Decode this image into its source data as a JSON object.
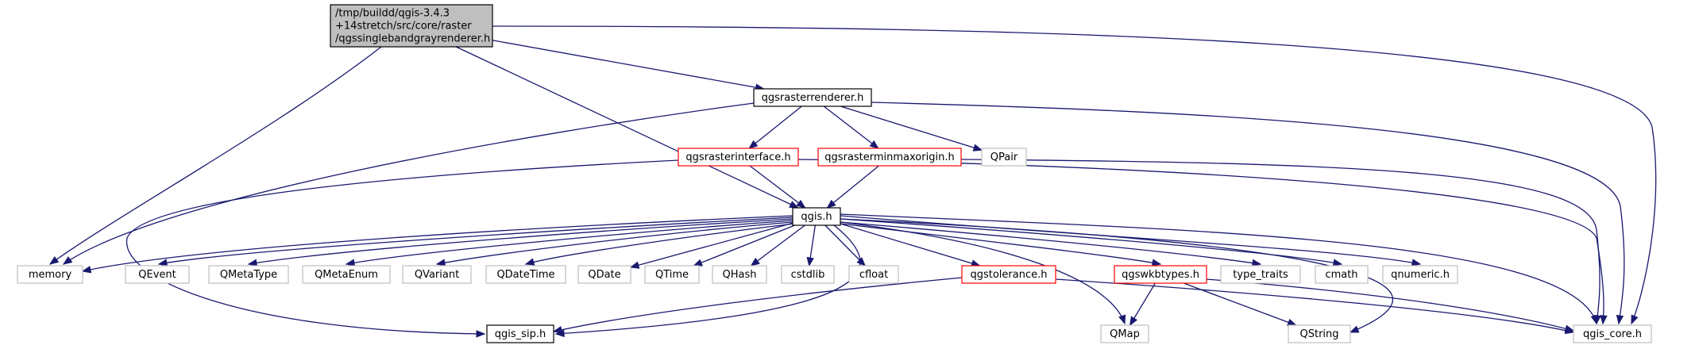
{
  "diagram": {
    "nodes": [
      {
        "id": "root",
        "lines": [
          "/tmp/buildd/qgis-3.4.3",
          "+14stretch/src/core/raster",
          "/qgssinglebandgrayrenderer.h"
        ],
        "style": "root"
      },
      {
        "id": "rasterrenderer",
        "lines": [
          "qgsrasterrenderer.h"
        ],
        "style": "documented"
      },
      {
        "id": "rasterinterface",
        "lines": [
          "qgsrasterinterface.h"
        ],
        "style": "truncated"
      },
      {
        "id": "minmaxorigin",
        "lines": [
          "qgsrasterminmaxorigin.h"
        ],
        "style": "truncated"
      },
      {
        "id": "qpair",
        "lines": [
          "QPair"
        ],
        "style": "external"
      },
      {
        "id": "qgis",
        "lines": [
          "qgis.h"
        ],
        "style": "documented"
      },
      {
        "id": "memory",
        "lines": [
          "memory"
        ],
        "style": "external"
      },
      {
        "id": "qevent",
        "lines": [
          "QEvent"
        ],
        "style": "external"
      },
      {
        "id": "qmetatype",
        "lines": [
          "QMetaType"
        ],
        "style": "external"
      },
      {
        "id": "qmetaenum",
        "lines": [
          "QMetaEnum"
        ],
        "style": "external"
      },
      {
        "id": "qvariant",
        "lines": [
          "QVariant"
        ],
        "style": "external"
      },
      {
        "id": "qdatetime",
        "lines": [
          "QDateTime"
        ],
        "style": "external"
      },
      {
        "id": "qdate",
        "lines": [
          "QDate"
        ],
        "style": "external"
      },
      {
        "id": "qtime",
        "lines": [
          "QTime"
        ],
        "style": "external"
      },
      {
        "id": "qhash",
        "lines": [
          "QHash"
        ],
        "style": "external"
      },
      {
        "id": "cstdlib",
        "lines": [
          "cstdlib"
        ],
        "style": "external"
      },
      {
        "id": "cfloat",
        "lines": [
          "cfloat"
        ],
        "style": "external"
      },
      {
        "id": "tolerance",
        "lines": [
          "qgstolerance.h"
        ],
        "style": "truncated"
      },
      {
        "id": "wkbtypes",
        "lines": [
          "qgswkbtypes.h"
        ],
        "style": "truncated"
      },
      {
        "id": "typetraits",
        "lines": [
          "type_traits"
        ],
        "style": "external"
      },
      {
        "id": "cmath",
        "lines": [
          "cmath"
        ],
        "style": "external"
      },
      {
        "id": "qnumeric",
        "lines": [
          "qnumeric.h"
        ],
        "style": "external"
      },
      {
        "id": "qgissip",
        "lines": [
          "qgis_sip.h"
        ],
        "style": "documented"
      },
      {
        "id": "qmap",
        "lines": [
          "QMap"
        ],
        "style": "external"
      },
      {
        "id": "qstring",
        "lines": [
          "QString"
        ],
        "style": "external"
      },
      {
        "id": "qgiscore",
        "lines": [
          "qgis_core.h"
        ],
        "style": "external"
      }
    ],
    "edges": [
      [
        "root",
        "rasterrenderer"
      ],
      [
        "root",
        "qgis"
      ],
      [
        "root",
        "memory"
      ],
      [
        "root",
        "qgiscore"
      ],
      [
        "rasterrenderer",
        "rasterinterface"
      ],
      [
        "rasterrenderer",
        "minmaxorigin"
      ],
      [
        "rasterrenderer",
        "qpair"
      ],
      [
        "rasterrenderer",
        "memory"
      ],
      [
        "rasterrenderer",
        "qgiscore"
      ],
      [
        "rasterinterface",
        "qgis"
      ],
      [
        "rasterinterface",
        "qgissip"
      ],
      [
        "rasterinterface",
        "qgiscore"
      ],
      [
        "minmaxorigin",
        "qgis"
      ],
      [
        "minmaxorigin",
        "qgiscore"
      ],
      [
        "qgis",
        "memory"
      ],
      [
        "qgis",
        "qevent"
      ],
      [
        "qgis",
        "qmetatype"
      ],
      [
        "qgis",
        "qmetaenum"
      ],
      [
        "qgis",
        "qvariant"
      ],
      [
        "qgis",
        "qdatetime"
      ],
      [
        "qgis",
        "qdate"
      ],
      [
        "qgis",
        "qtime"
      ],
      [
        "qgis",
        "qhash"
      ],
      [
        "qgis",
        "cstdlib"
      ],
      [
        "qgis",
        "cfloat"
      ],
      [
        "qgis",
        "tolerance"
      ],
      [
        "qgis",
        "wkbtypes"
      ],
      [
        "qgis",
        "typetraits"
      ],
      [
        "qgis",
        "cmath"
      ],
      [
        "qgis",
        "qnumeric"
      ],
      [
        "qgis",
        "qgissip"
      ],
      [
        "qgis",
        "qmap"
      ],
      [
        "qgis",
        "qstring"
      ],
      [
        "qgis",
        "qgiscore"
      ],
      [
        "tolerance",
        "qgissip"
      ],
      [
        "tolerance",
        "qgiscore"
      ],
      [
        "wkbtypes",
        "qmap"
      ],
      [
        "wkbtypes",
        "qstring"
      ],
      [
        "wkbtypes",
        "qgiscore"
      ]
    ]
  },
  "colors": {
    "edge": "#191970",
    "root_fill": "#bfbfbf",
    "root_border": "#000000",
    "documented_border": "#000000",
    "truncated_border": "#ff0000",
    "external_border": "#bfbfbf",
    "node_fill": "#ffffff",
    "text": "#000000"
  }
}
